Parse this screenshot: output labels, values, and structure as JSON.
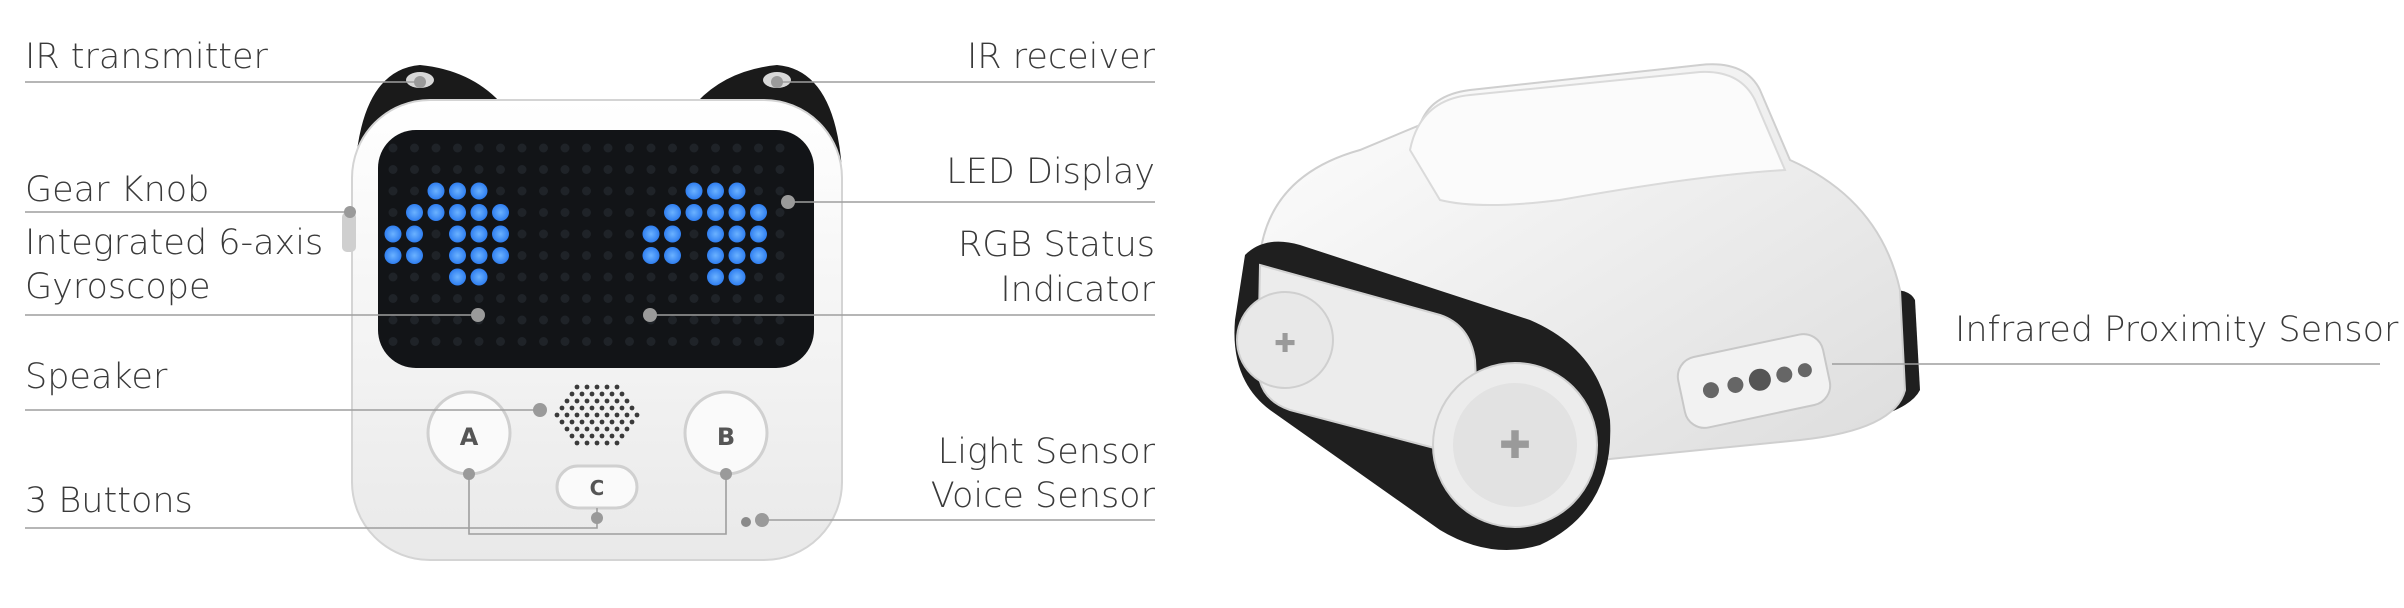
{
  "labels": {
    "ir_transmitter": "IR transmitter",
    "ir_receiver": "IR receiver",
    "gear_knob": "Gear Knob",
    "gyroscope_line1": "Integrated 6-axis",
    "gyroscope_line2": "Gyroscope",
    "speaker": "Speaker",
    "buttons": "3 Buttons",
    "led_display": "LED Display",
    "rgb_line1": "RGB Status",
    "rgb_line2": "Indicator",
    "light_sensor": "Light Sensor",
    "voice_sensor": "Voice Sensor",
    "infrared_proximity": "Infrared Proximity Sensor"
  },
  "device": {
    "button_a": "A",
    "button_b": "B",
    "button_c": "C"
  },
  "colors": {
    "led_on": "#2f7ef0",
    "screen": "#121417",
    "body": "#f6f6f6",
    "track": "#1f1f1f",
    "line": "#9e9e9e",
    "text": "#3a3a3a"
  }
}
